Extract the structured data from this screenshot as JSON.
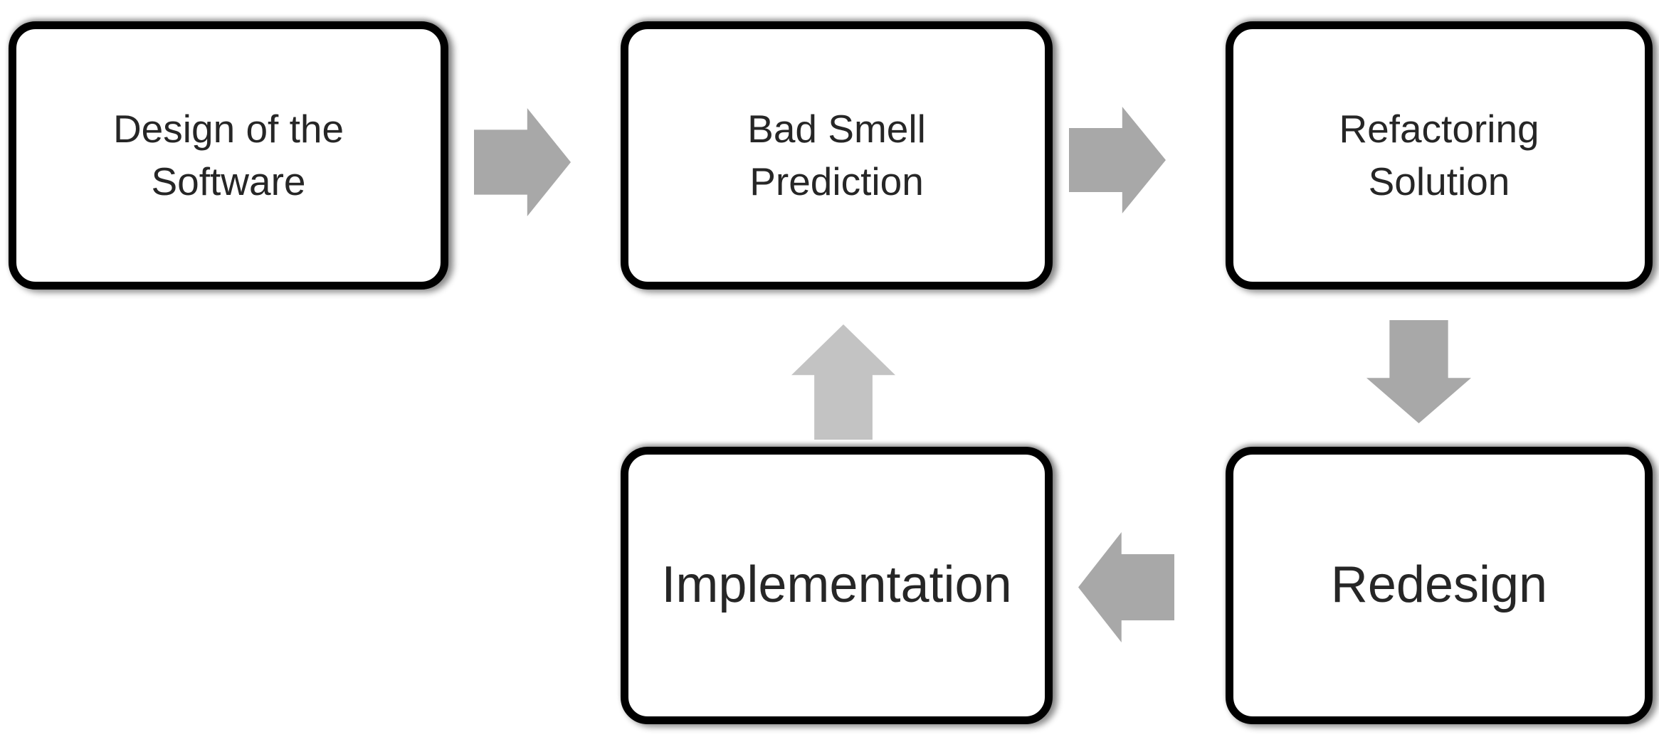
{
  "diagram": {
    "type": "flowchart",
    "description": "Software refactoring process cycle",
    "nodes": [
      {
        "id": "design",
        "label": "Design of the\nSoftware"
      },
      {
        "id": "bad-smell-prediction",
        "label": "Bad Smell\nPrediction"
      },
      {
        "id": "refactoring-solution",
        "label": "Refactoring\nSolution"
      },
      {
        "id": "implementation",
        "label": "Implementation"
      },
      {
        "id": "redesign",
        "label": "Redesign"
      }
    ],
    "arrows": [
      {
        "from": "design",
        "to": "bad-smell-prediction",
        "direction": "right"
      },
      {
        "from": "bad-smell-prediction",
        "to": "refactoring-solution",
        "direction": "right"
      },
      {
        "from": "refactoring-solution",
        "to": "redesign",
        "direction": "down"
      },
      {
        "from": "redesign",
        "to": "implementation",
        "direction": "left"
      },
      {
        "from": "implementation",
        "to": "bad-smell-prediction",
        "direction": "up"
      }
    ]
  },
  "colors": {
    "background": "#ffffff",
    "box_fill": "#ffffff",
    "box_border": "#000000",
    "text": "#262626",
    "arrow_gray": "#a8a8a8",
    "arrow_light_gray": "#c3c3c3"
  }
}
